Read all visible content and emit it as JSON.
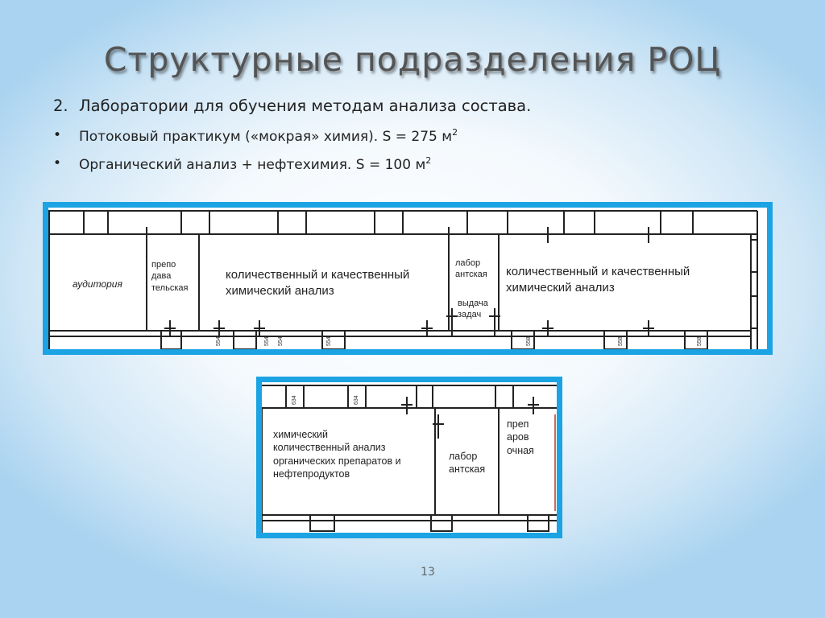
{
  "slide": {
    "title": "Структурные подразделения РОЦ",
    "item_number": "2.",
    "item_text": "Лаборатории для обучения методам анализа состава.",
    "bullets": [
      {
        "marker": "•",
        "text": "Потоковый практикум («мокрая» химия). S = 275 м",
        "sup": "2"
      },
      {
        "marker": "•",
        "text": "Органический анализ + нефтехимия. S = 100 м",
        "sup": "2"
      }
    ],
    "page_number": "13"
  },
  "plan1": {
    "rooms": {
      "auditorium": "аудитория",
      "teacher": [
        "препо",
        "дава",
        "тельская"
      ],
      "analysis_left": [
        "количественный и качественный",
        "химический анализ"
      ],
      "lab_assist": [
        "лабор",
        "антская"
      ],
      "issue": [
        "выдача",
        "задач"
      ],
      "analysis_right": [
        "количественный и качественный",
        "химический анализ"
      ]
    },
    "sockets": [
      "554",
      "554",
      "554",
      "554",
      "558",
      "558",
      "558"
    ]
  },
  "plan2": {
    "rooms": {
      "chem": [
        "химический",
        "количественный анализ",
        "органических препаратов и",
        "нефтепродуктов"
      ],
      "lab_assist": [
        "лабор",
        "антская"
      ],
      "prep": [
        "преп",
        "аров",
        "очная"
      ]
    },
    "sockets": [
      "634",
      "634"
    ]
  },
  "colors": {
    "frame": "#1ca3e3",
    "title": "#545454",
    "wall": "#222222"
  }
}
